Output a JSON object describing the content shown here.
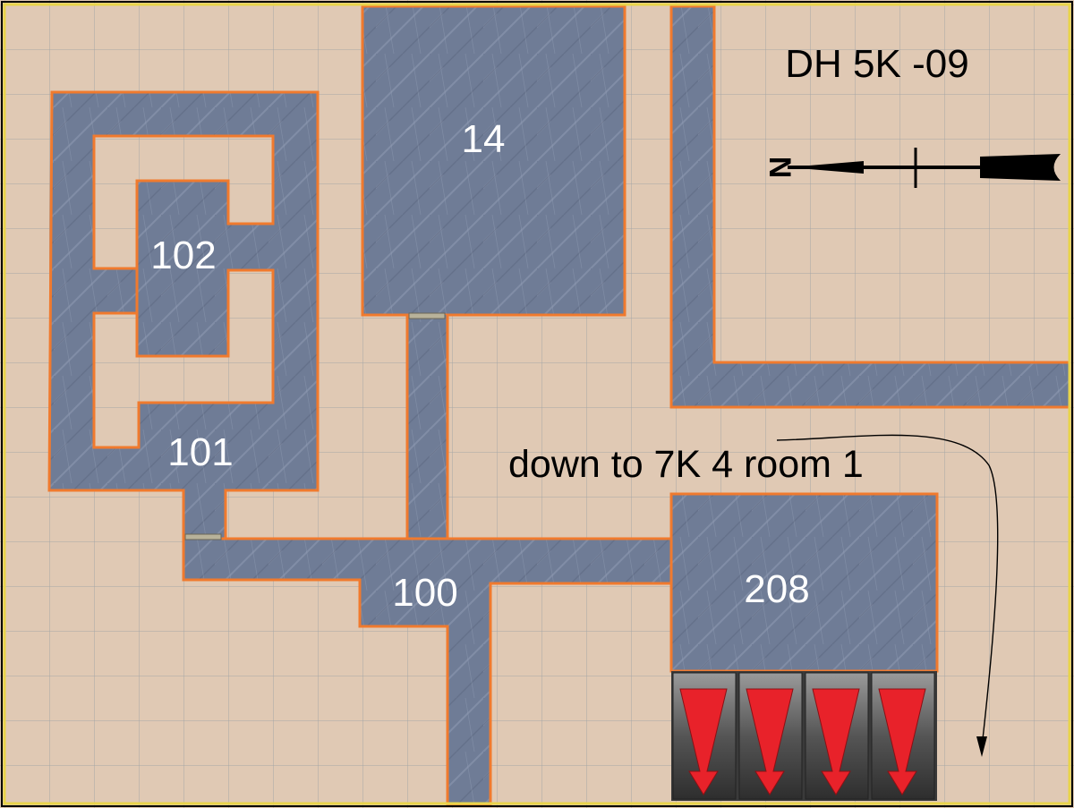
{
  "map": {
    "title": "DH 5K -09",
    "note": "down to 7K 4 room 1",
    "compass_label": "N",
    "rooms": {
      "r14": "14",
      "r100": "100",
      "r101": "101",
      "r102": "102",
      "r208": "208"
    },
    "colors": {
      "background": "#e0c9b4",
      "grid": "#a6a6a6",
      "floor": "#6f7c96",
      "wall_outline": "#f07a2e",
      "frame": "#e8d44a",
      "stairs_arrow": "#e8222a"
    },
    "stairs_count": 4
  }
}
